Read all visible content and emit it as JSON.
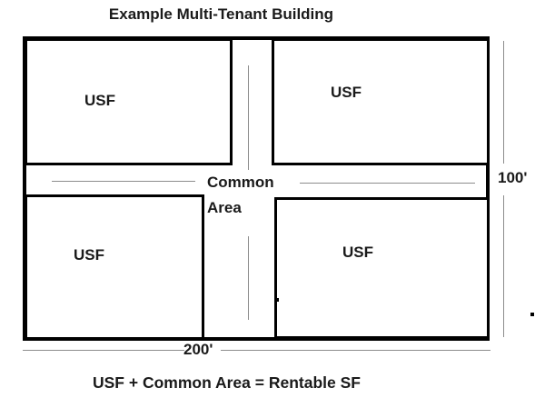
{
  "title": "Example Multi-Tenant Building",
  "diagram": {
    "rooms": [
      {
        "id": "top-left",
        "label": "USF"
      },
      {
        "id": "top-right",
        "label": "USF"
      },
      {
        "id": "bottom-left",
        "label": "USF"
      },
      {
        "id": "bottom-right",
        "label": "USF"
      }
    ],
    "common_area": {
      "line1": "Common",
      "line2": "Area"
    },
    "dimensions": {
      "width": "200'",
      "height": "100'"
    }
  },
  "caption": "USF + Common Area = Rentable SF",
  "colors": {
    "background": "#ffffff",
    "wall": "#000000",
    "dimension_line": "#8c8c8c",
    "text": "#1a1a1a"
  }
}
